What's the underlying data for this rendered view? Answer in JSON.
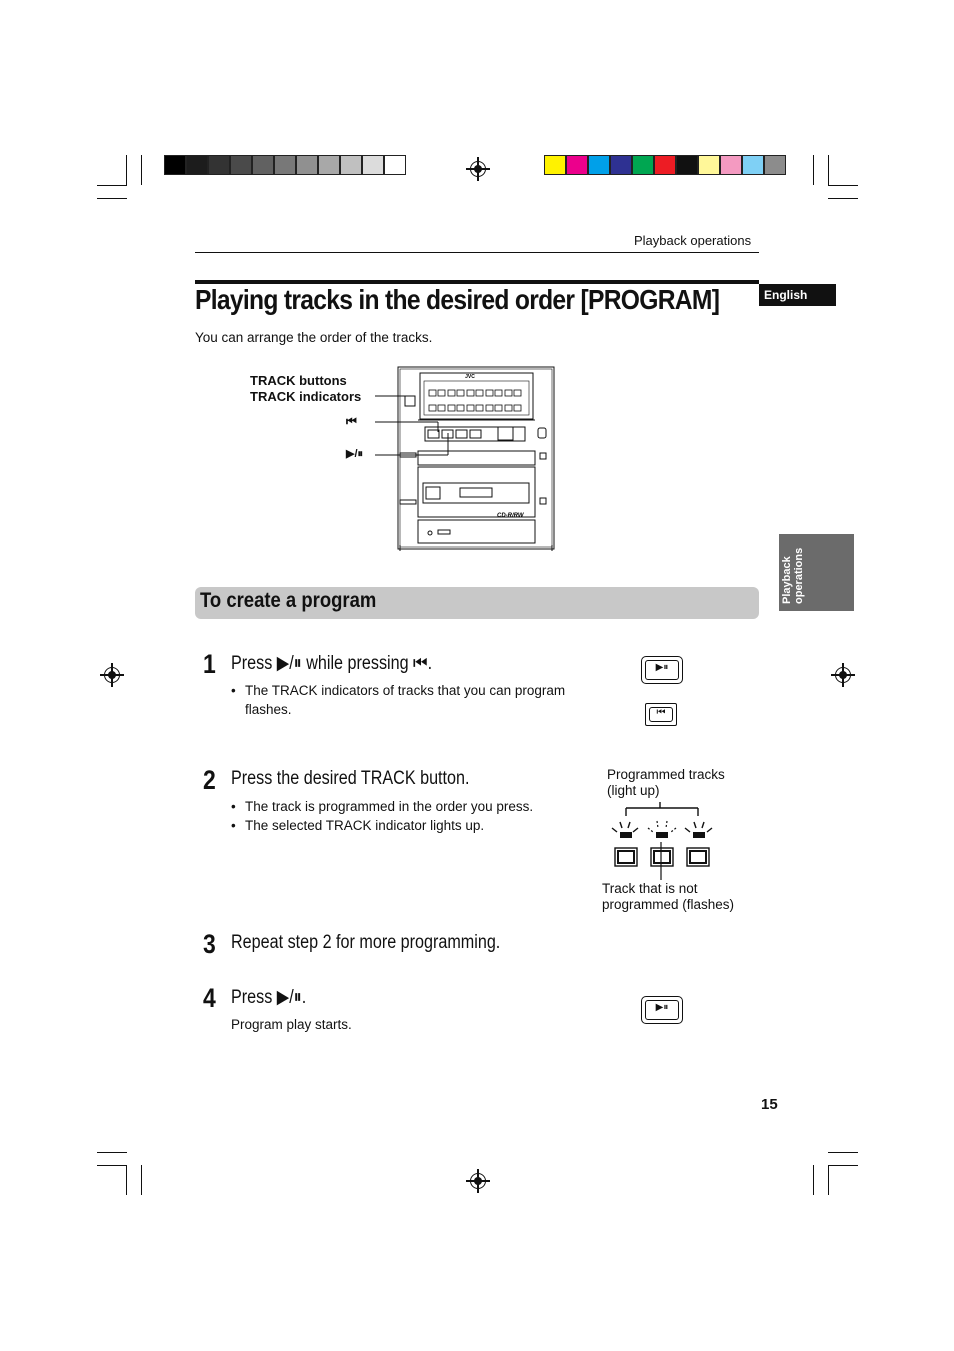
{
  "header": {
    "running_title": "Playback operations",
    "language_tab": "English",
    "side_tab": "Playback operations"
  },
  "title": "Playing tracks in the desired order [PROGRAM]",
  "intro": "You can arrange the order of the tracks.",
  "device": {
    "brand": "JVC",
    "label_track_buttons": "TRACK buttons",
    "label_track_indicators": "TRACK indicators",
    "label_prev": "⏮",
    "label_play": "▶/⏸",
    "cd_format": "CD-R/RW"
  },
  "section": {
    "title": "To create a program"
  },
  "steps": [
    {
      "num": "1",
      "text": "Press ▶/⏸ while pressing ⏮.",
      "bullets": [
        "The TRACK indicators of tracks that you can program flashes."
      ]
    },
    {
      "num": "2",
      "text": "Press the desired TRACK button.",
      "bullets": [
        "The track is programmed in the order you press.",
        "The selected TRACK indicator lights up."
      ]
    },
    {
      "num": "3",
      "text": "Repeat step 2 for more programming.",
      "bullets": []
    },
    {
      "num": "4",
      "text": "Press ▶/⏸.",
      "note": "Program play starts."
    }
  ],
  "figure": {
    "programmed_label": "Programmed tracks (light up)",
    "not_programmed_label": "Track that is not programmed (flashes)",
    "play_button_label": "▶⏸",
    "prev_button_label": "⏮"
  },
  "page_number": "15",
  "colors": {
    "band": "#c8c8c8",
    "side_tab": "#6b6b6b",
    "text": "#111111"
  }
}
